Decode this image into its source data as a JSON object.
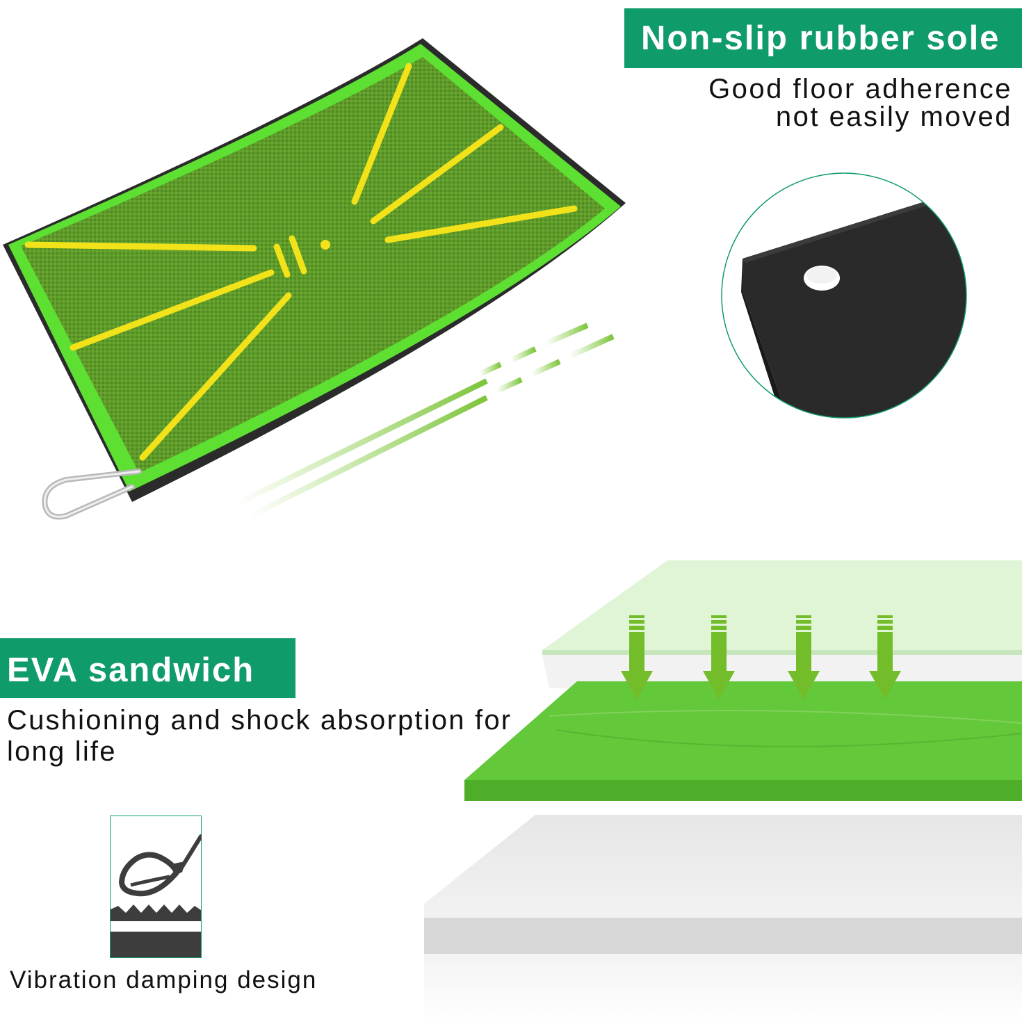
{
  "rubber_sole": {
    "title": "Non-slip rubber sole",
    "line1": "Good floor adherence",
    "line2": "not easily moved"
  },
  "eva": {
    "title": "EVA sandwich",
    "line1": "Cushioning and shock absorption for",
    "line2": "long life"
  },
  "vibration": {
    "label": "Vibration damping design",
    "icon": "golf-club-damping-icon"
  },
  "colors": {
    "banner": "#109b6b",
    "turf": "#63b61f",
    "turf_light": "#6ee23a",
    "guide_lines": "#f2e21a",
    "rubber": "#2a2a2a",
    "arrows": "#73bd2a"
  }
}
